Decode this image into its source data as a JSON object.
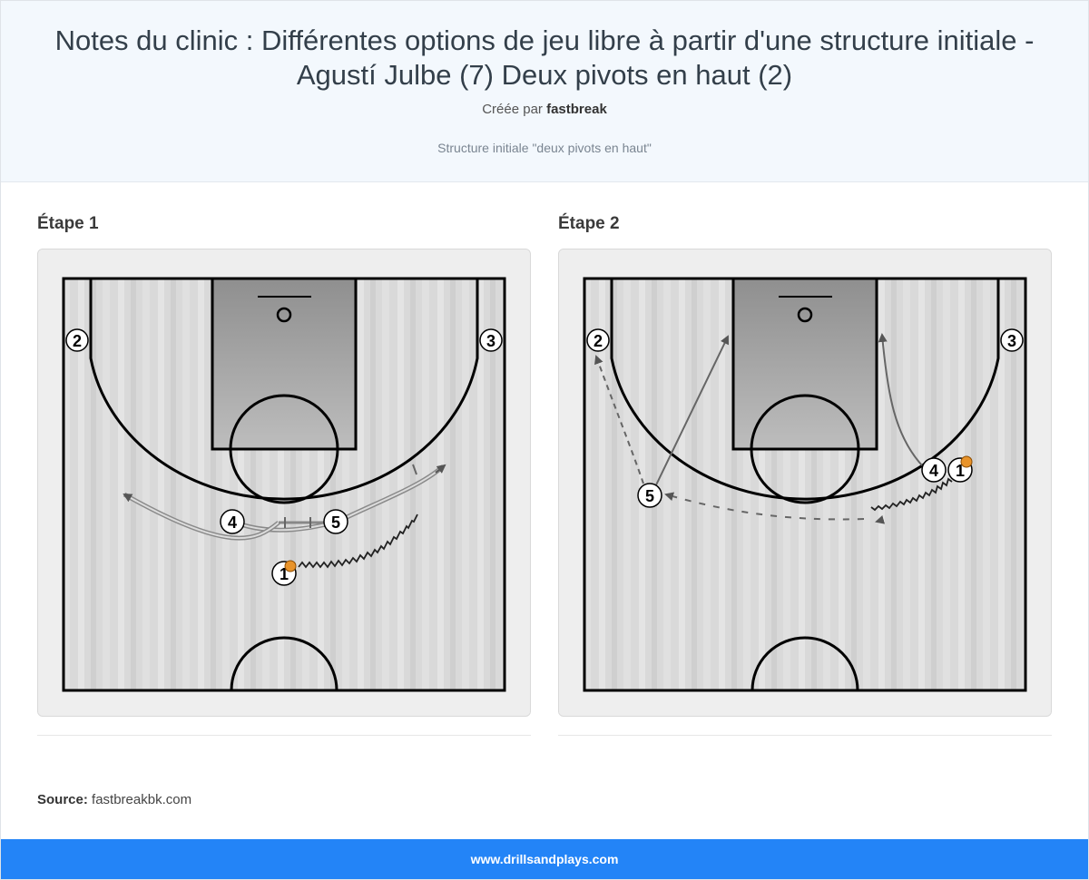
{
  "header": {
    "title": "Notes du clinic : Différentes options de jeu libre à partir d'une structure initiale - Agustí Julbe (7) Deux pivots en haut (2)",
    "byline_prefix": "Créée par",
    "author": "fastbreak",
    "subtitle": "Structure initiale \"deux pivots en haut\""
  },
  "steps": [
    {
      "title": "Étape 1",
      "players": [
        {
          "label": "2",
          "ball": false
        },
        {
          "label": "3",
          "ball": false
        },
        {
          "label": "4",
          "ball": false
        },
        {
          "label": "5",
          "ball": false
        },
        {
          "label": "1",
          "ball": true
        }
      ]
    },
    {
      "title": "Étape 2",
      "players": [
        {
          "label": "2",
          "ball": false
        },
        {
          "label": "3",
          "ball": false
        },
        {
          "label": "5",
          "ball": false
        },
        {
          "label": "4",
          "ball": false
        },
        {
          "label": "1",
          "ball": true
        }
      ]
    }
  ],
  "source": {
    "label": "Source:",
    "value": "fastbreakbk.com"
  },
  "footer": {
    "text": "www.drillsandplays.com"
  },
  "colors": {
    "header_bg": "#f3f8fd",
    "footer_bg": "#2384f7",
    "ball": "#e8932a"
  }
}
